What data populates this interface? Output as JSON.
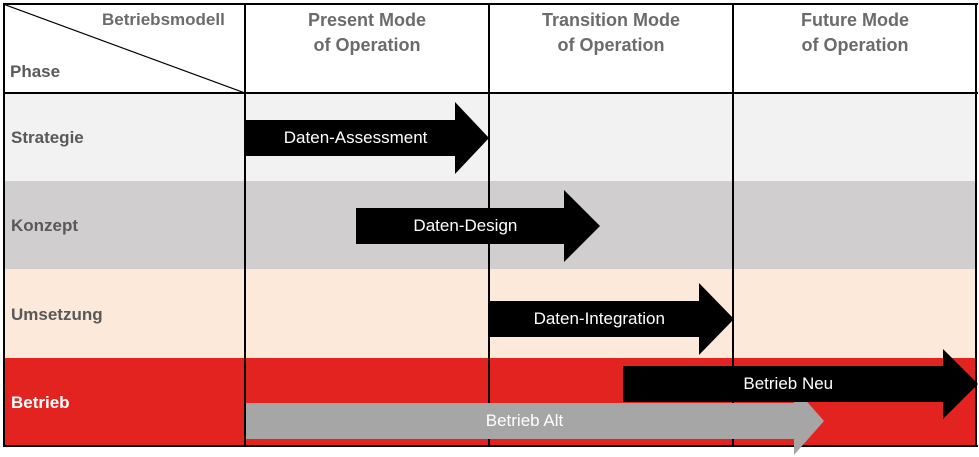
{
  "header": {
    "corner_top": "Betriebsmodell",
    "corner_bottom": "Phase",
    "columns": [
      {
        "line1": "Present Mode",
        "line2": "of Operation"
      },
      {
        "line1": "Transition Mode",
        "line2": "of Operation"
      },
      {
        "line1": "Future Mode",
        "line2": "of Operation"
      }
    ]
  },
  "rows": [
    {
      "label": "Strategie",
      "color": "#f2f2f2",
      "label_color": "#595959"
    },
    {
      "label": "Konzept",
      "color": "#d0cece",
      "label_color": "#595959"
    },
    {
      "label": "Umsetzung",
      "color": "#fde9d9",
      "label_color": "#595959"
    },
    {
      "label": "Betrieb",
      "color": "#e3231f",
      "label_color": "#ffffff"
    }
  ],
  "arrows": [
    {
      "label": "Daten-Assessment",
      "color": "#000000"
    },
    {
      "label": "Daten-Design",
      "color": "#000000"
    },
    {
      "label": "Daten-Integration",
      "color": "#000000"
    },
    {
      "label": "Betrieb Neu",
      "color": "#000000"
    },
    {
      "label": "Betrieb Alt",
      "color": "#a6a6a6"
    }
  ],
  "colors": {
    "grid": "#000000",
    "header_text": "#6b6b6b",
    "arrow_text": "#ffffff"
  }
}
